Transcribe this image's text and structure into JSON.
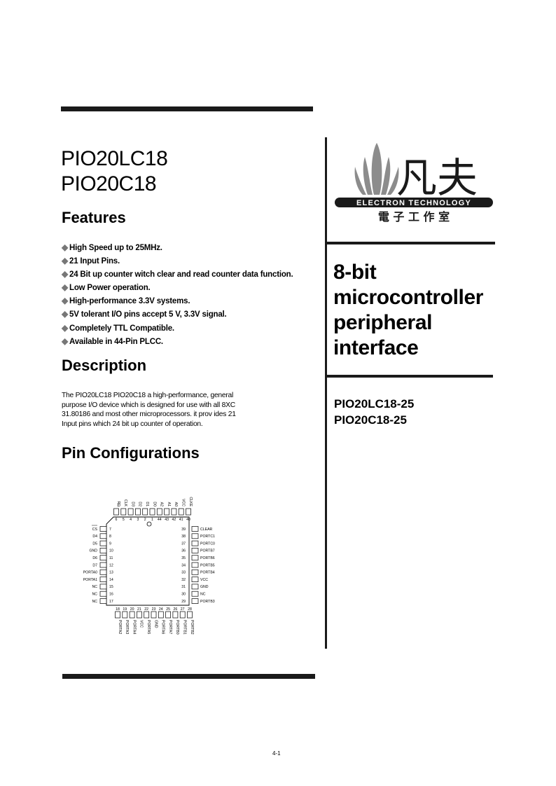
{
  "header": {
    "part_line_1": "PIO20LC18",
    "part_line_2": "PIO20C18"
  },
  "features": {
    "heading": "Features",
    "bullet_glyph": "◆",
    "items": [
      "High Speed up to 25MHz.",
      "21 Input Pins.",
      "24 Bit up counter witch clear and read counter data function.",
      "Low Power operation.",
      "High-performance 3.3V systems.",
      "5V tolerant I/O pins accept 5 V, 3.3V signal.",
      "Completely TTL Compatible.",
      "Available in 44-Pin PLCC."
    ]
  },
  "description": {
    "heading": "Description",
    "lines": [
      "The PIO20LC18  PIO20C18 a high-performance, general",
      "purpose  I/O device which is designed for use with all 8XC",
      "31.80186 and most other microprocessors. it prov ides 21",
      "Input pins which 24 bit up counter of operation."
    ]
  },
  "pin_config": {
    "heading": "Pin  Configurations",
    "top_labels": [
      "RD",
      "CLK",
      "D3",
      "D2",
      "D1",
      "D0",
      "A2",
      "A1",
      "A0",
      "VCC",
      "CLKE"
    ],
    "top_numbers": [
      "6",
      "5",
      "4",
      "3",
      "2",
      "1",
      "44",
      "43",
      "42",
      "41",
      "40"
    ],
    "left_labels": [
      "CS",
      "D4",
      "D5",
      "GND",
      "D6",
      "D7",
      "PORTA0",
      "PORTA1",
      "NC",
      "NC",
      "NC"
    ],
    "left_numbers": [
      "7",
      "8",
      "9",
      "10",
      "11",
      "12",
      "13",
      "14",
      "15",
      "16",
      "17"
    ],
    "right_labels": [
      "CLEAR",
      "PORTC1",
      "PORTC0",
      "PORTB7",
      "PORTB6",
      "PORTB5",
      "PORTB4",
      "VCC",
      "GND",
      "NC",
      "PORTB3"
    ],
    "right_numbers": [
      "39",
      "38",
      "37",
      "36",
      "35",
      "34",
      "33",
      "32",
      "31",
      "30",
      "29"
    ],
    "bottom_numbers": [
      "18",
      "19",
      "20",
      "21",
      "22",
      "23",
      "24",
      "25",
      "26",
      "27",
      "28"
    ],
    "bottom_labels": [
      "PORTA2",
      "PORTA3",
      "PORTA4",
      "VCC",
      "PORTA5",
      "GND",
      "PORTA6",
      "PORTA7",
      "PORTB0",
      "PORTB1",
      "PORTB2"
    ]
  },
  "logo": {
    "brand_glyphs": "凡夫",
    "english": "ELECTRON TECHNOLOGY",
    "chinese": "電 子 工 作 室"
  },
  "product": {
    "title_lines": [
      "8-bit",
      "microcontroller",
      "peripheral",
      "interface"
    ],
    "part_numbers": [
      "PIO20LC18-25",
      "PIO20C18-25"
    ]
  },
  "footer": {
    "page_number": "4-1"
  },
  "colors": {
    "ink": "#000000",
    "rule": "#1a1a1a",
    "bullet": "#777777",
    "logo_grey": "#8c8c8c"
  }
}
